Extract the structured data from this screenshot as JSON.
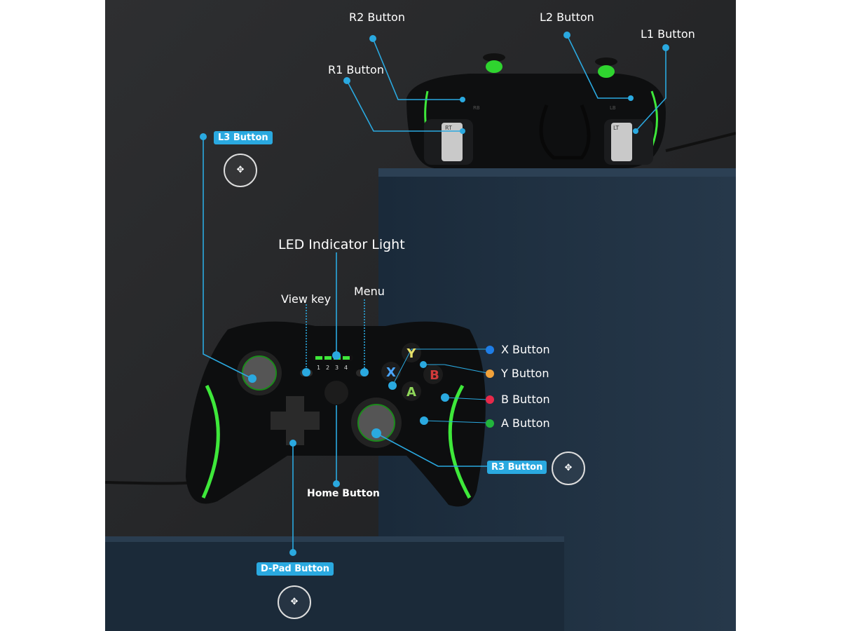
{
  "labels": {
    "r2": "R2 Button",
    "l2": "L2 Button",
    "l1": "L1 Button",
    "r1": "R1 Button",
    "l3": "L3 Button",
    "led": "LED Indicator Light",
    "view": "View key",
    "menu": "Menu",
    "home": "Home Button",
    "dpad": "D-Pad Button",
    "r3": "R3 Button"
  },
  "face_buttons": [
    {
      "label": "X Button",
      "color": "#1e7de6"
    },
    {
      "label": "Y Button",
      "color": "#f2a23a"
    },
    {
      "label": "B Button",
      "color": "#e8294a"
    },
    {
      "label": "A Button",
      "color": "#22b53c"
    }
  ],
  "controller": {
    "led_numbers": [
      "1",
      "2",
      "3",
      "4"
    ],
    "face_letters": [
      "Y",
      "X",
      "B",
      "A"
    ],
    "trigger_marks": [
      "RT",
      "LT",
      "RB",
      "LB"
    ]
  },
  "colors": {
    "accent": "#2aa9e0",
    "glow": "#3ee83a"
  }
}
